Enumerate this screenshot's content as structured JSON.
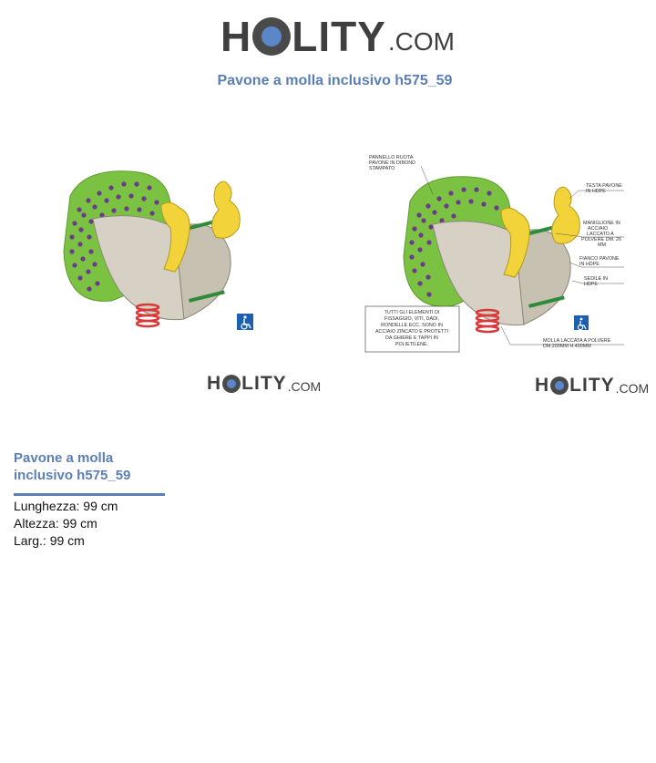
{
  "brand": {
    "logo_main_left": "H",
    "logo_main_right": "LITY",
    "logo_suffix": ".COM"
  },
  "page_title": "Pavone a molla inclusivo h575_59",
  "drawing_annotations": {
    "panel": [
      "PANNELLO RUOTA",
      "PAVONE IN DIBOND",
      "STAMPATO"
    ],
    "head": [
      "TESTA PAVONE",
      "IN HDPE"
    ],
    "handle": [
      "MANIGLIONE IN",
      "ACCIAIO",
      "LACCATO A",
      "POLVERE DM. 26",
      "MM"
    ],
    "side": [
      "FIANCO PAVONE",
      "IN HDPE"
    ],
    "seat": [
      "SEDILE IN",
      "HDPE"
    ],
    "fixings": [
      "TUTTI GLI ELEMENTI DI",
      "FISSAGGIO, VITI, DADI,",
      "RONDELLE ECC. SONO IN",
      "ACCIAIO ZINCATO E PROTETTI",
      "DA GHIERE E TAPPI IN",
      "POLIETILENE."
    ],
    "spring": [
      "MOLLA LACCATA A POLVERE",
      "DM.200MM H.400MM"
    ]
  },
  "product_info": {
    "title": "Pavone a molla inclusivo h575_59",
    "specs": [
      "Lunghezza: 99 cm",
      "Altezza: 99 cm",
      "Larg.: 99 cm"
    ]
  },
  "colors": {
    "accent": "#5b7fb5",
    "logo_dark": "#3f3f3f",
    "logo_blue": "#5b87c9",
    "tail_green": "#7cc242",
    "head_yellow": "#f2d43a",
    "spring_red": "#d83a3a",
    "accessibility_blue": "#1d5fb0"
  },
  "icons": {
    "accessibility": "wheelchair-icon"
  }
}
